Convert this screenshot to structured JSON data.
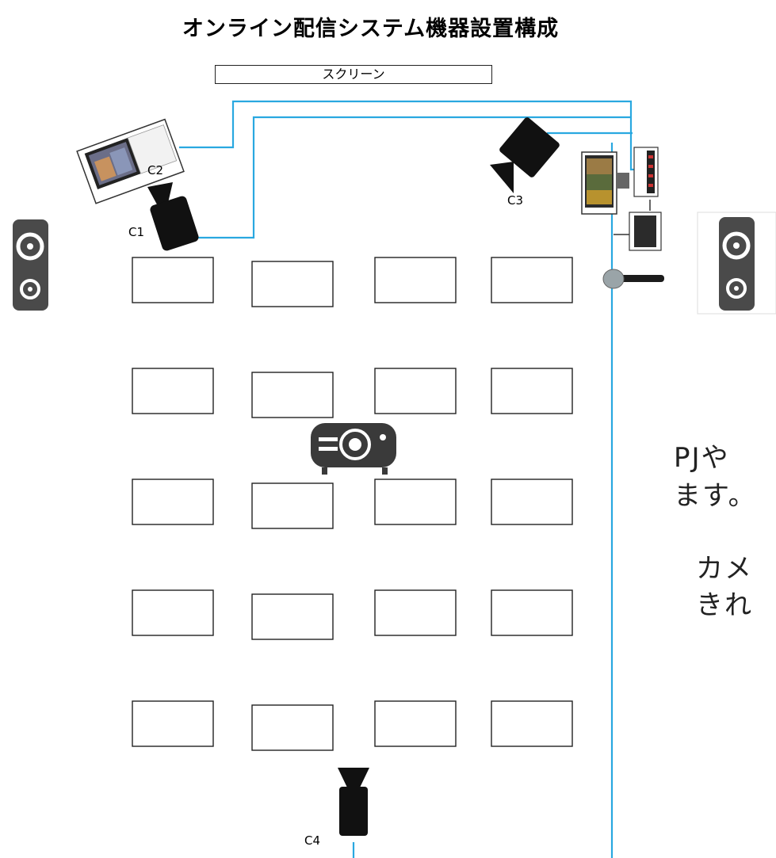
{
  "title": "オンライン配信システム機器設置構成",
  "screen": {
    "label": "スクリーン"
  },
  "cameras": [
    {
      "id": "c1",
      "label": "C1"
    },
    {
      "id": "c2",
      "label": "C2"
    },
    {
      "id": "c3",
      "label": "C3"
    },
    {
      "id": "c4",
      "label": "C4"
    }
  ],
  "desks": {
    "rows": 5,
    "columns": 4
  },
  "equipment": [
    "laptop-c2",
    "camera-c1",
    "camera-c3",
    "monitor",
    "switcher",
    "laptop-rack",
    "microphone",
    "speaker-left",
    "speaker-right",
    "projector"
  ],
  "notes": {
    "line1": "PJや",
    "line2": "ます。",
    "line3": "カメ",
    "line4": "きれ"
  },
  "colors": {
    "cable": "#29a8e0",
    "device": "#3a3a3a",
    "outline": "#222222"
  }
}
